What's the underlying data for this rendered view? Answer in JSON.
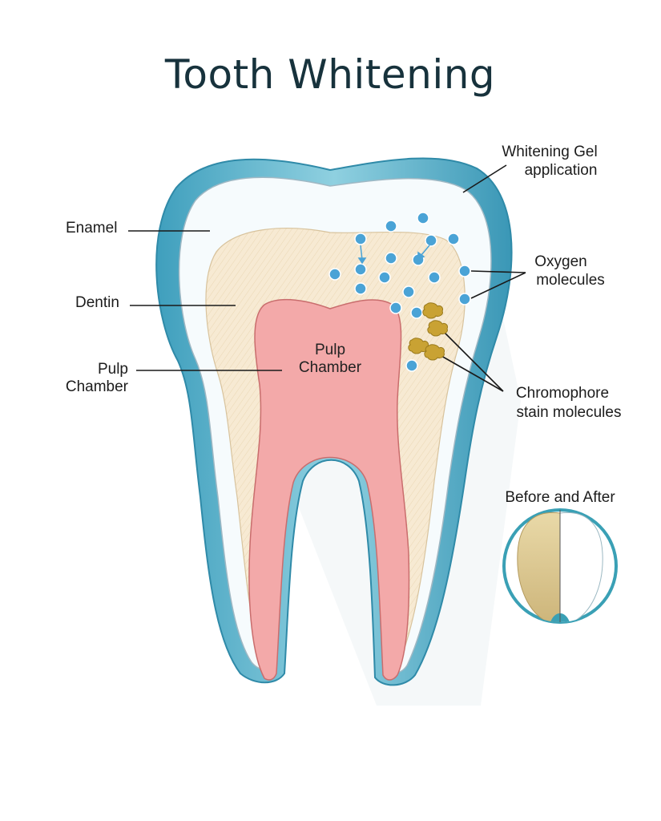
{
  "title": "Tooth Whitening",
  "labels": {
    "enamel": "Enamel",
    "dentin": "Dentin",
    "pulp_left_line1": "Pulp",
    "pulp_left_line2": "Chamber",
    "pulp_inner_line1": "Pulp",
    "pulp_inner_line2": "Chamber",
    "gel_line1": "Whitening Gel",
    "gel_line2": "application",
    "oxygen_line1": "Oxygen",
    "oxygen_line2": "molecules",
    "chromo_line1": "Chromophore",
    "chromo_line2": "stain molecules",
    "before_after": "Before and After"
  },
  "colors": {
    "gel": "#5bb4cc",
    "gel_dark": "#2f8aa8",
    "enamel": "#f6fbfd",
    "dentin": "#f7ead3",
    "pulp": "#f3a9a9",
    "oxygen": "#4aa3d6",
    "stain": "#c9a233",
    "title": "#17323c"
  }
}
